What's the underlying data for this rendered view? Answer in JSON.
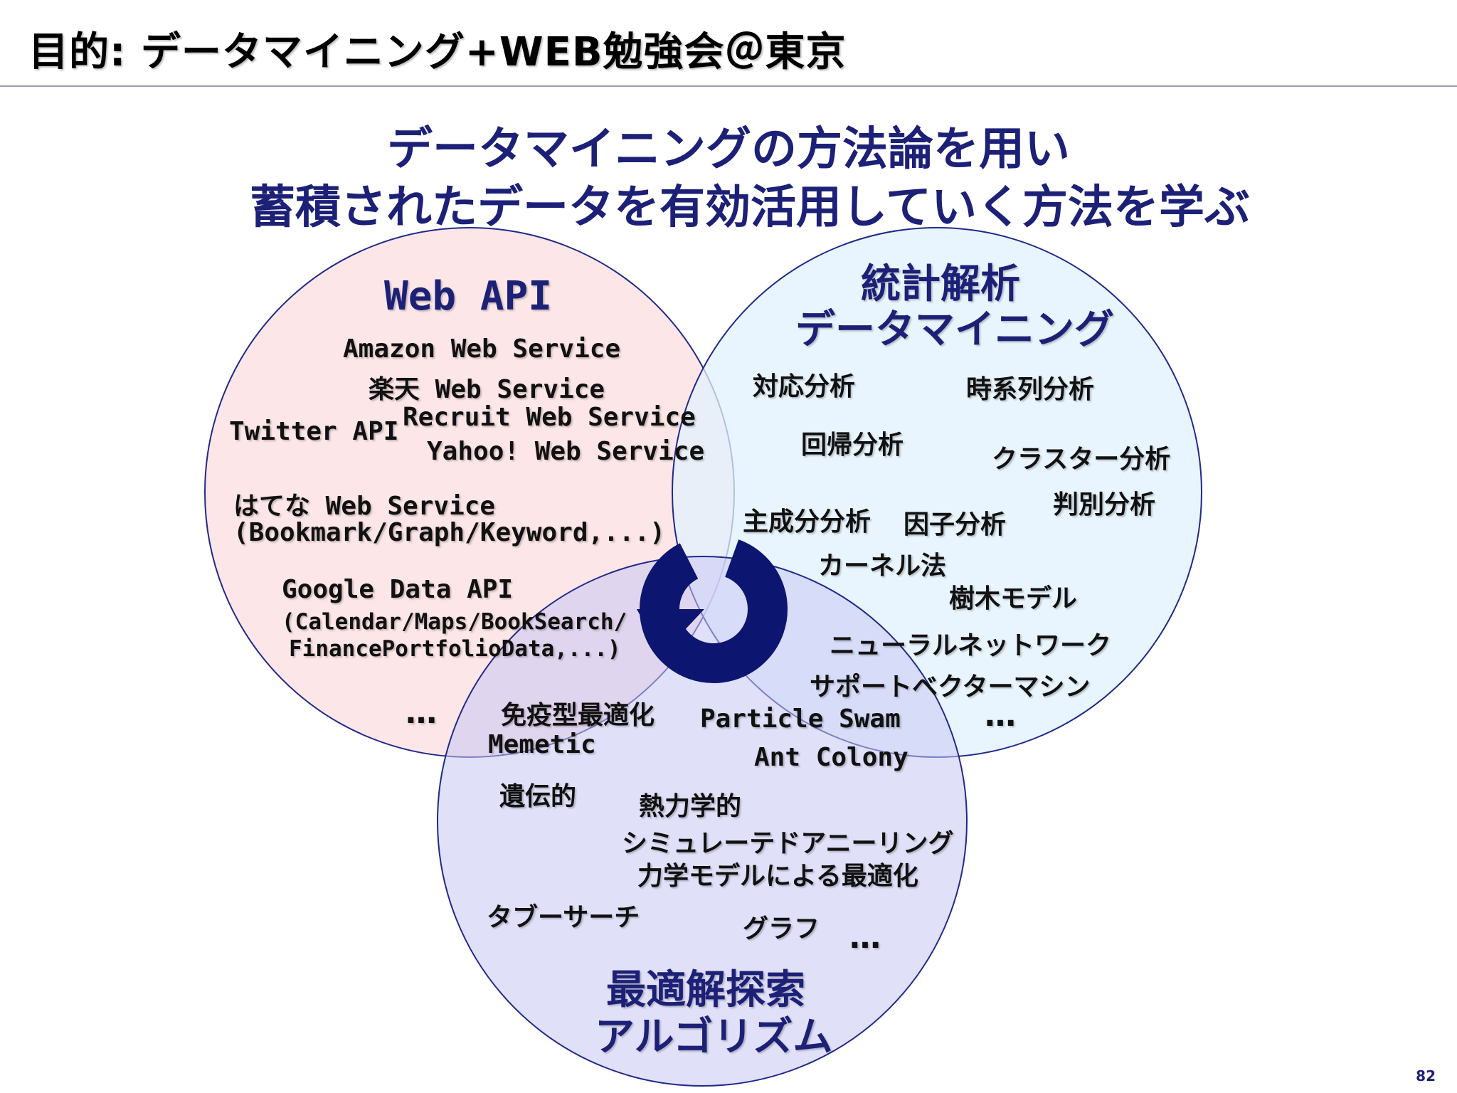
{
  "title": "目的: データマイニング+WEB勉強会＠東京",
  "headline": {
    "line1": "データマイニングの方法論を用い",
    "line2": "蓄積されたデータを有効活用していく方法を学ぶ"
  },
  "colors": {
    "navy": "#1c2177",
    "circle_web": "#fde2e3",
    "circle_stats": "#e2f1fd",
    "circle_optim": "#c8c6f4",
    "circle_stroke": "#1f2a8a"
  },
  "web_api": {
    "heading": "Web API",
    "items": {
      "amazon": "Amazon Web Service",
      "rakuten": "楽天 Web Service",
      "recruit": "Recruit Web Service",
      "twitter": "Twitter API",
      "yahoo": "Yahoo! Web Service",
      "hatena": "はてな Web Service",
      "hatena_sub": "(Bookmark/Graph/Keyword,...)",
      "google": "Google Data API",
      "google_sub1": "(Calendar/Maps/BookSearch/",
      "google_sub2": "FinancePortfolioData,...)",
      "more": "…"
    }
  },
  "stats": {
    "heading_line1": "統計解析",
    "heading_line2": "データマイニング",
    "items": {
      "correspondence": "対応分析",
      "timeseries": "時系列分析",
      "regression": "回帰分析",
      "cluster": "クラスター分析",
      "discriminant": "判別分析",
      "pca": "主成分分析",
      "factor": "因子分析",
      "kernel": "カーネル法",
      "tree": "樹木モデル",
      "neural": "ニューラルネットワーク",
      "svm": "サポートベクターマシン",
      "more": "…"
    }
  },
  "optim": {
    "heading_line1": "最適解探索",
    "heading_line2": "アルゴリズム",
    "items": {
      "immune": "免疫型最適化",
      "particle": "Particle Swam",
      "memetic": "Memetic",
      "ant": "Ant Colony",
      "genetic": "遺伝的",
      "thermo": "熱力学的",
      "annealing": "シミュレーテドアニーリング",
      "mechanics": "力学モデルによる最適化",
      "tabu": "タブーサーチ",
      "graph": "グラフ",
      "more": "…"
    }
  },
  "page_number": "82"
}
